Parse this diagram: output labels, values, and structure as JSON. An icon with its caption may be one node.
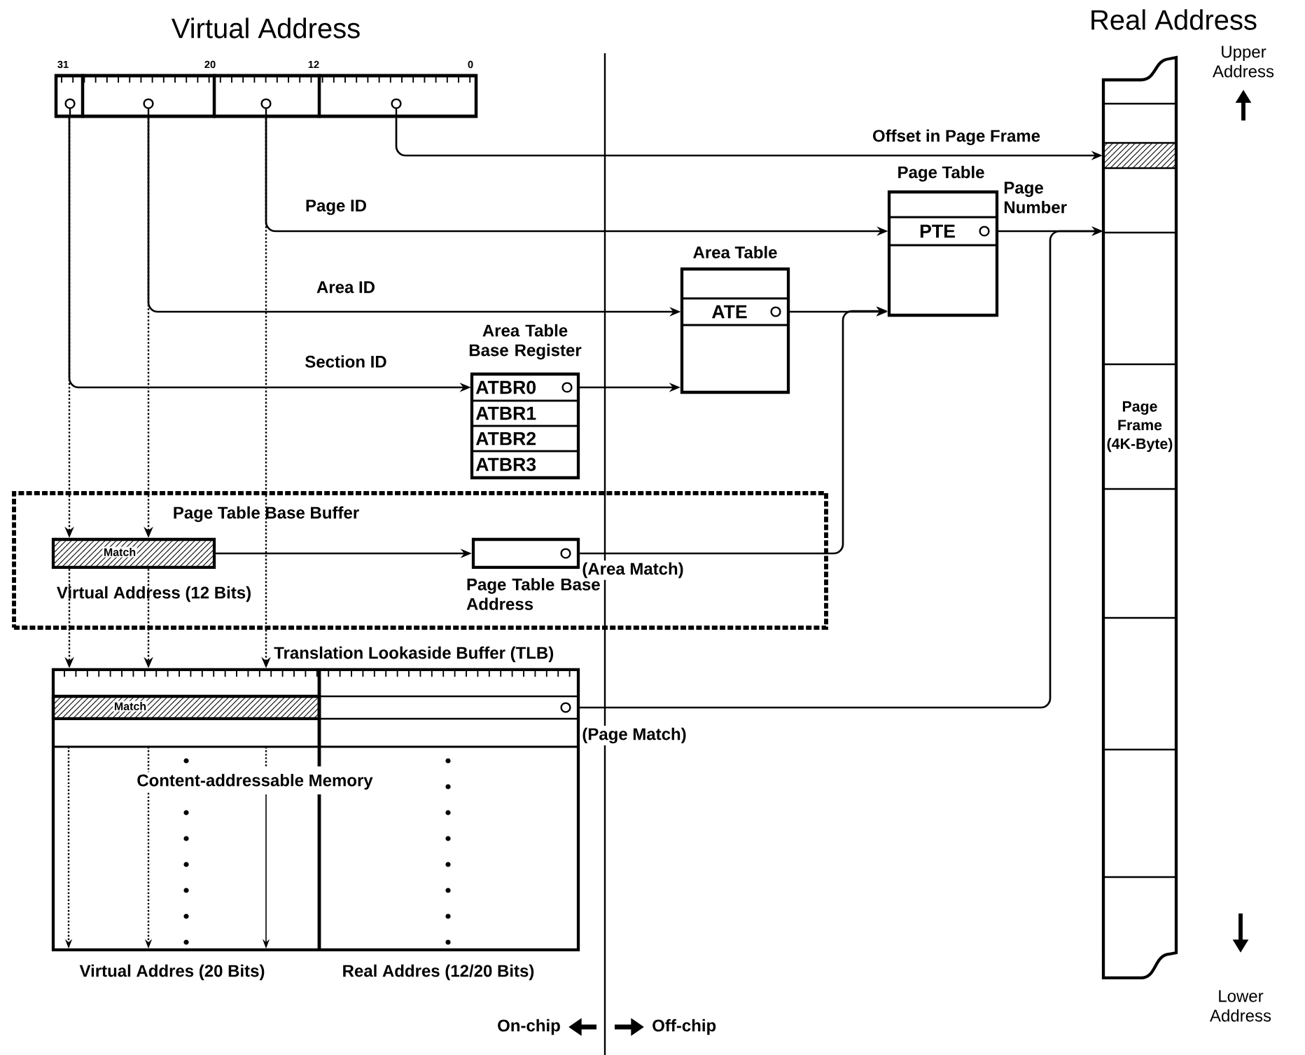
{
  "diagram": {
    "nodes": [
      {
        "text": [
          "Virtual Address"
        ]
      },
      {
        "text": [],
        "shape": "box",
        "in": 0
      },
      {
        "text": [],
        "shape": "box",
        "in": 0
      },
      {
        "text": [],
        "shape": "box",
        "in": 0
      },
      {
        "text": [],
        "shape": "box",
        "in": 0
      },
      {
        "text": [
          "Area Table Base Register"
        ]
      },
      {
        "text": [
          "ATBR0"
        ],
        "in": 5
      },
      {
        "text": [
          "ATBR1"
        ],
        "in": 5
      },
      {
        "text": [
          "ATBR2"
        ],
        "in": 5
      },
      {
        "text": [
          "ATBR3"
        ],
        "in": 5
      },
      {
        "text": [
          "Area Table"
        ]
      },
      {
        "text": [
          "ATE"
        ],
        "in": 10
      },
      {
        "text": [
          "Page Table"
        ]
      },
      {
        "text": [
          "PTE"
        ],
        "in": 12
      },
      {
        "text": [
          "Real Address"
        ]
      },
      {
        "text": [],
        "shape": "box",
        "in": 14
      },
      {
        "text": [
          "Page Frame (4K-Byte)"
        ],
        "in": 14
      },
      {
        "text": [
          "Page Table Base Buffer"
        ]
      },
      {
        "text": [
          "Match"
        ],
        "beside": [
          "Virtual Address (12 Bits)"
        ],
        "in": 17
      },
      {
        "text": [],
        "shape": "box",
        "beside": [
          "Page Table Base Address"
        ],
        "in": 17
      },
      {
        "text": [
          "Translation Lookaside Buffer (TLB)",
          "Content-addressable Memory"
        ]
      },
      {
        "text": [
          "Match"
        ],
        "in": 20
      },
      {
        "text": [],
        "shape": "box",
        "in": 20
      }
    ],
    "edges": [
      {
        "from": 4,
        "to": 15,
        "arrow": "to",
        "label": "Offset in Page Frame"
      },
      {
        "from": 3,
        "to": 13,
        "arrow": "to",
        "label": "Page ID"
      },
      {
        "from": 2,
        "to": 11,
        "arrow": "to",
        "label": "Area ID"
      },
      {
        "from": 1,
        "to": 6,
        "arrow": "to",
        "label": "Section ID"
      },
      {
        "from": 6,
        "to": 10,
        "arrow": "to"
      },
      {
        "from": 11,
        "to": 12,
        "arrow": "to"
      },
      {
        "from": 13,
        "to": 14,
        "arrow": "to",
        "label": "Page Number"
      },
      {
        "from": 18,
        "to": 19,
        "arrow": "to"
      },
      {
        "from": 19,
        "to": 12,
        "arrow": "to",
        "label": "(Area Match)"
      },
      {
        "from": 22,
        "to": 14,
        "arrow": "to",
        "label": "(Page Match)"
      },
      {
        "from": 1,
        "to": 18,
        "arrow": "to",
        "style": "dashed"
      },
      {
        "from": 2,
        "to": 18,
        "arrow": "to",
        "style": "dashed"
      },
      {
        "from": 18,
        "to": 20,
        "arrow": "to",
        "style": "dashed"
      },
      {
        "from": 18,
        "to": 20,
        "arrow": "to",
        "style": "dashed"
      },
      {
        "from": 3,
        "to": 20,
        "arrow": "to",
        "style": "dashed"
      }
    ],
    "labels": [
      "31",
      "20",
      "12",
      "0",
      "Upper Address",
      "Lower Address",
      "Virtual Addres (20 Bits)",
      "Real Addres (12/20 Bits)",
      "On-chip",
      "Off-chip"
    ]
  }
}
